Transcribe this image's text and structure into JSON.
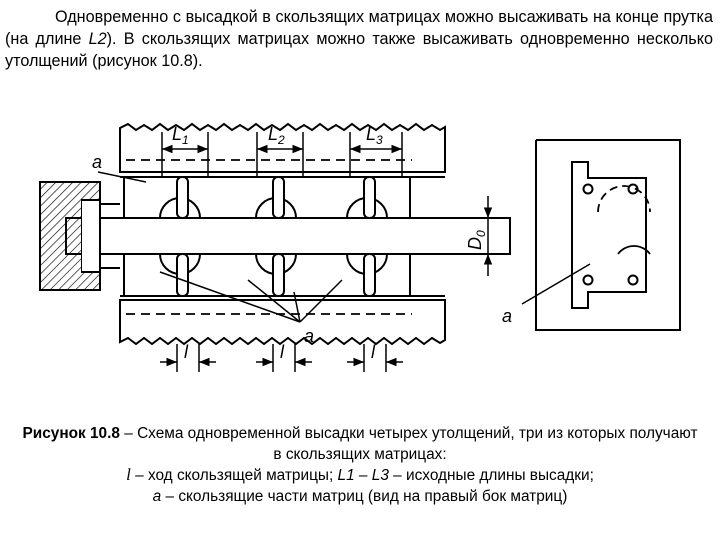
{
  "paragraph": {
    "p1": "Одновременно с высадкой в скользящих матрицах можно высаживать на конце прутка (на длине ",
    "p2": "L2",
    "p3": "). В скользящих матрицах можно также высаживать одновременно несколько утолщений (рисунок 10.8)."
  },
  "figure": {
    "labels": {
      "a_left": "a",
      "a_pointer": "a",
      "a_right": "a",
      "L": "L",
      "sub1": "1",
      "sub2": "2",
      "sub3": "3",
      "D": "D",
      "D_sub": "0",
      "l1": "l",
      "l2": "l",
      "l3": "l"
    }
  },
  "caption": {
    "label": "Рисунок 10.8",
    "line1_rest": " – Схема одновременной высадки четырех утолщений, три из которых получают в скользящих матрицах:",
    "line2_var": "l",
    "line2_mid": " – ход скользящей матрицы; ",
    "line2_L1": "L1",
    "line2_dash": " – ",
    "line2_L3": "L3",
    "line2_end": " – исходные длины высадки;",
    "line3_var": "a",
    "line3_rest": " – скользящие части матриц (вид на правый бок матриц)"
  }
}
